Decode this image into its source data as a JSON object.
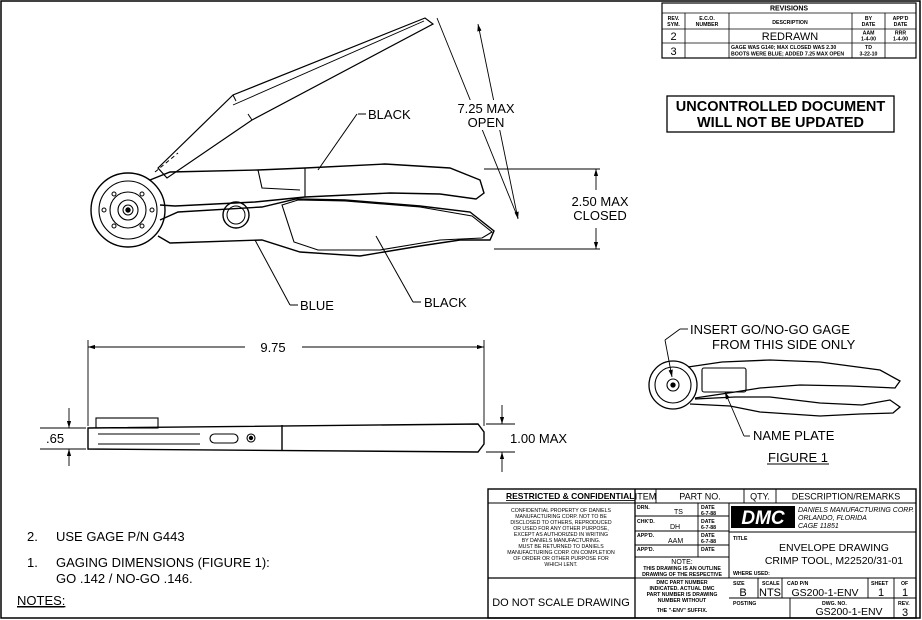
{
  "revisions": {
    "title": "REVISIONS",
    "headers": {
      "rev": [
        "REV.",
        "SYM."
      ],
      "eco": [
        "E.C.O.",
        "NUMBER"
      ],
      "desc": "DESCRIPTION",
      "by": [
        "BY",
        "DATE"
      ],
      "appd": [
        "APP'D",
        "DATE"
      ]
    },
    "rows": [
      {
        "rev": "2",
        "eco": "",
        "desc": "REDRAWN",
        "by": [
          "AAM",
          "1-4-00"
        ],
        "appd": [
          "RRR",
          "1-4-00"
        ]
      },
      {
        "rev": "3",
        "eco": "",
        "desc": [
          "GAGE WAS G140; MAX CLOSED WAS 2.30",
          "BOOTS WERE BLUE; ADDED 7.25 MAX OPEN"
        ],
        "by": [
          "TD",
          "3-22-10"
        ],
        "appd": [
          "",
          ""
        ]
      }
    ]
  },
  "stamp": [
    "UNCONTROLLED DOCUMENT",
    "WILL NOT BE UPDATED"
  ],
  "main_view": {
    "label_black_top": "BLACK",
    "label_black_bottom": "BLACK",
    "label_blue": "BLUE",
    "dim_open": [
      "7.25 MAX",
      "OPEN"
    ],
    "dim_closed": [
      "2.50 MAX",
      "CLOSED"
    ]
  },
  "side_view": {
    "dim_length": "9.75",
    "dim_thickness": ".65",
    "dim_width": "1.00 MAX"
  },
  "figure1": {
    "note_insert": [
      "INSERT GO/NO-GO GAGE",
      "FROM THIS SIDE ONLY"
    ],
    "note_plate": "NAME PLATE",
    "caption": "FIGURE 1"
  },
  "notes": {
    "heading": "NOTES:",
    "items": [
      {
        "num": "2.",
        "lines": [
          "USE GAGE P/N G443"
        ]
      },
      {
        "num": "1.",
        "lines": [
          "GAGING DIMENSIONS (FIGURE 1):",
          "GO .142 / NO-GO .146."
        ]
      }
    ]
  },
  "title_block": {
    "restricted_title": "RESTRICTED & CONFIDENTIAL",
    "restricted_text": [
      "CONFIDENTIAL PROPERTY OF DANIELS",
      "MANUFACTURING CORP. NOT TO BE",
      "DISCLOSED TO OTHERS, REPRODUCED",
      "OR USED FOR ANY OTHER PURPOSE,",
      "EXCEPT AS AUTHORIZED IN WRITING",
      "BY DANIELS MANUFACTURING.",
      "MUST BE RETURNED TO DANIELS",
      "MANUFACTURING CORP. ON COMPLETION",
      "OF ORDER OR OTHER PURPOSE FOR",
      "WHICH LENT."
    ],
    "do_not_scale": "DO NOT SCALE DRAWING",
    "parts_headers": {
      "item": "ITEM",
      "part_no": "PART NO.",
      "qty": "QTY.",
      "desc": "DESCRIPTION/REMARKS"
    },
    "drn_label": "DRN.",
    "drn_value": "TS",
    "drn_date_label": "DATE",
    "drn_date": "6-7-88",
    "chkd_label": "CHK'D.",
    "chkd_value": "DH",
    "chkd_date_label": "DATE",
    "chkd_date": "6-7-88",
    "appd1_label": "APP'D.",
    "appd1_value": "AAM",
    "appd1_date_label": "DATE",
    "appd1_date": "6-7-88",
    "appd2_label": "APP'D.",
    "appd2_date_label": "DATE",
    "note_label": "NOTE:",
    "note_text": [
      "THIS DRAWING IS AN OUTLINE",
      "DRAWING OF THE RESPECTIVE",
      "DMC PART NUMBER",
      "INDICATED. ACTUAL DMC",
      "PART NUMBER IS DRAWING",
      "NUMBER WITHOUT",
      "THE \"-ENV\" SUFFIX."
    ],
    "logo": "DMC",
    "company": [
      "DANIELS MANUFACTURING CORP.",
      "ORLANDO, FLORIDA",
      "CAGE 11851"
    ],
    "title_label": "TITLE",
    "title": [
      "ENVELOPE DRAWING",
      "CRIMP TOOL, M22520/31-01"
    ],
    "where_used_label": "WHERE USED:",
    "size_label": "SIZE",
    "size": "B",
    "scale_label": "SCALE",
    "scale": "NTS",
    "cad_label": "CAD P/N",
    "cad": "GS200-1-ENV",
    "sheet_label": "SHEET",
    "sheet": "1",
    "of_label": "OF",
    "of": "1",
    "posting_label": "POSTING",
    "dwg_label": "DWG. NO.",
    "dwg": "GS200-1-ENV",
    "rev_label": "REV.",
    "rev": "3"
  }
}
